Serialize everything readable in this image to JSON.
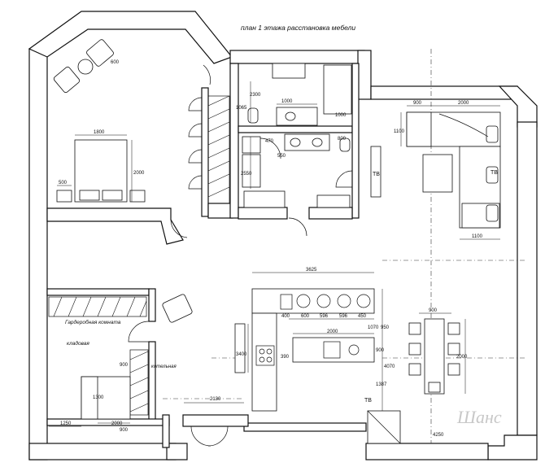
{
  "title": "план 1 этажа расстановка мебели",
  "labels": {
    "closet_room": "Гардеробная комната",
    "pantry": "кладовая",
    "boiler": "котельная"
  },
  "dimensions": {
    "bed_width": "1800",
    "bed_length": "2000",
    "bedside": "500",
    "chair_diag": "600",
    "bath_2300": "2300",
    "bath_1000a": "1000",
    "bath_1000b": "1000",
    "bath_1065": "1065",
    "bath_2550": "2550",
    "bath_470": "470",
    "bath_550": "550",
    "bath_800": "800",
    "sofa_900": "900",
    "sofa_2000": "2000",
    "sofa_1100a": "1100",
    "sofa_1100b": "1100",
    "kitchen_3625": "3625",
    "k_400": "400",
    "k_600": "600",
    "k_596a": "596",
    "k_596b": "596",
    "k_450": "450",
    "k_2000": "2000",
    "k_1070": "1070",
    "k_950": "950",
    "k_900": "900",
    "k_4070": "4070",
    "k_1387": "1387",
    "k_390": "390",
    "k_3400": "3400",
    "dining_900": "900",
    "dining_2000": "2000",
    "room_2130": "2130",
    "room_1250": "1250",
    "room_2000": "2000",
    "room_1300": "1300",
    "room_900a": "900",
    "room_900b": "900",
    "corner_4250": "4250"
  },
  "markers": {
    "tb1": "ТВ",
    "tb2": "ТВ",
    "tb3": "ТВ"
  }
}
